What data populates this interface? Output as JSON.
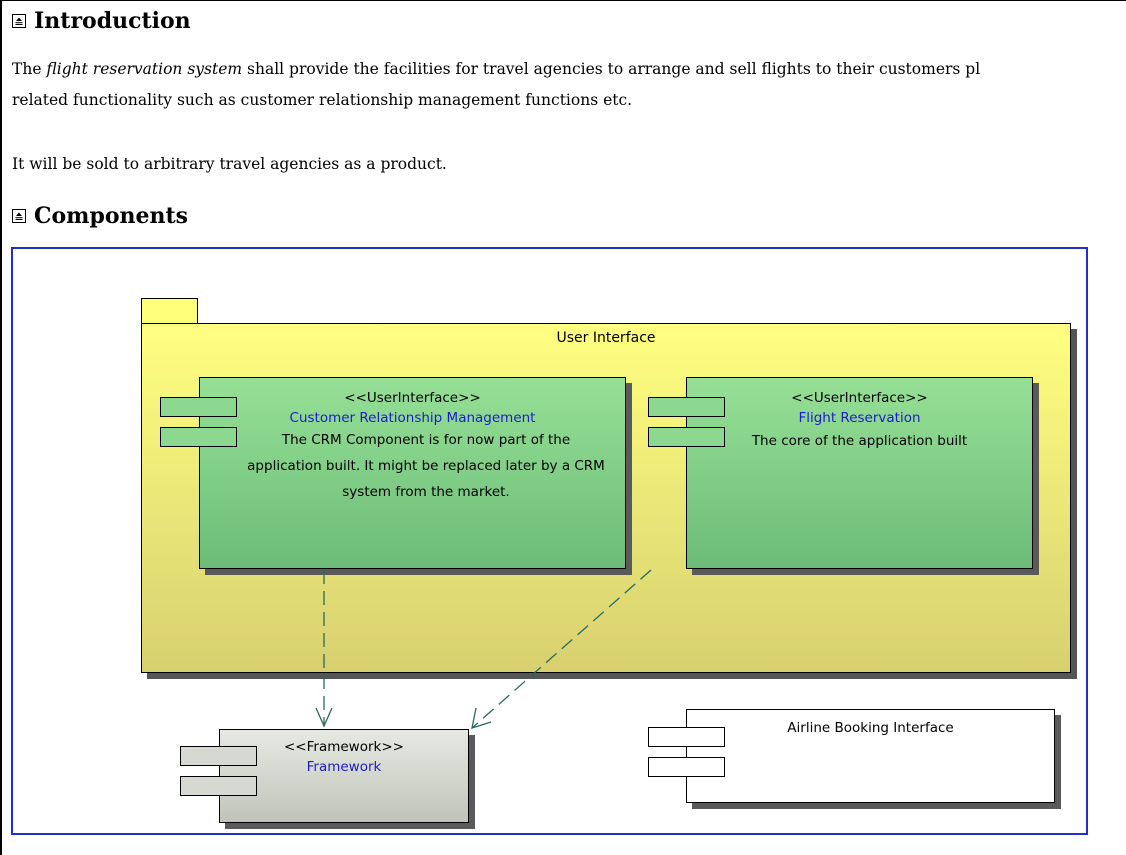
{
  "sections": {
    "introduction": {
      "heading": "Introduction",
      "para1_lead": "The ",
      "para1_italic": "flight reservation system",
      "para1_rest": " shall provide the facilities for travel agencies to arrange and sell flights to their customers pl",
      "para1_line2": "related functionality such as customer relationship management functions etc.",
      "para2": "It will be sold to arbitrary travel agencies as a product."
    },
    "components": {
      "heading": "Components"
    }
  },
  "diagram": {
    "package": {
      "name": "User Interface"
    },
    "crm": {
      "stereotype": "<<UserInterface>>",
      "name": "Customer Relationship Management",
      "description": "The CRM Component is for now part of the application built. It might be replaced later by a CRM system from the market."
    },
    "flight": {
      "stereotype": "<<UserInterface>>",
      "name": "Flight Reservation",
      "description": "The core of the application built"
    },
    "framework": {
      "stereotype": "<<Framework>>",
      "name": "Framework"
    },
    "airline": {
      "name": "Airline Booking Interface"
    }
  },
  "colors": {
    "frame_border": "#1f2fd0",
    "package_fill": "#ffff80",
    "component_green": "#96e096",
    "component_grey": "#d6d9d1",
    "name_blue": "#1c1ccc",
    "dependency_line": "#2a6a60"
  },
  "icons": {
    "section_toggle": "collapse-section-icon"
  }
}
